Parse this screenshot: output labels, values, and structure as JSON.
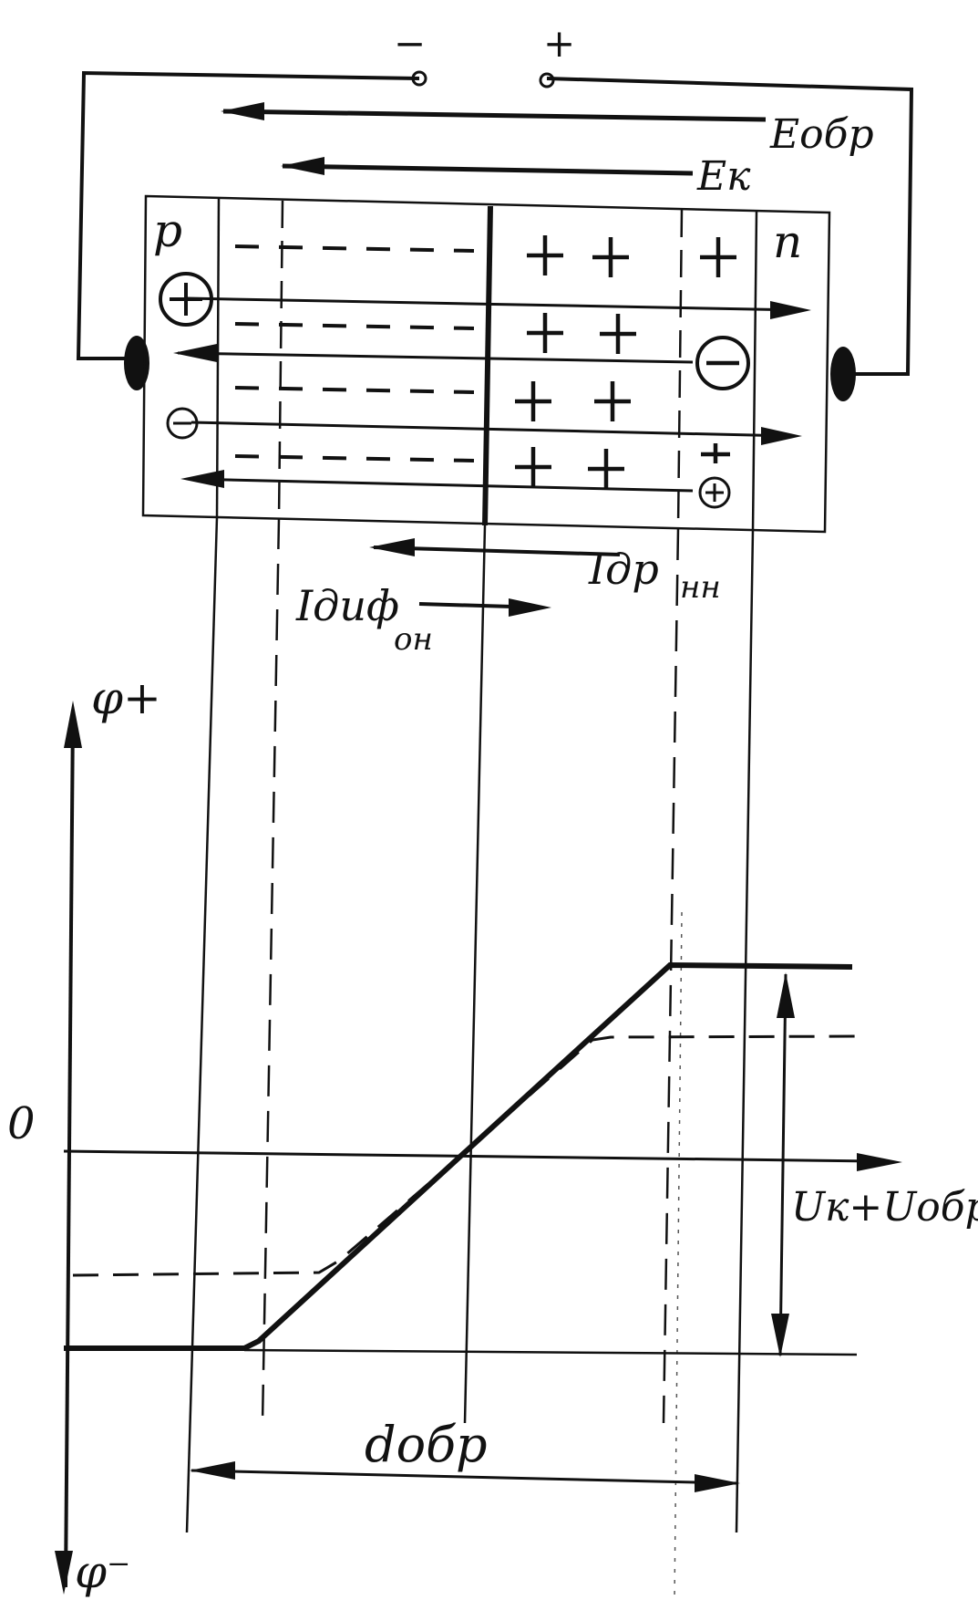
{
  "title": "",
  "terminals": {
    "negative": "−",
    "positive": "+"
  },
  "labels": {
    "e_obr": "Eобр",
    "e_k": "Eк",
    "p_region": "p",
    "n_region": "n",
    "i_dif": "Iдиф",
    "i_dif_sub": "он",
    "i_dr": "Iдр",
    "i_dr_sub": "нн",
    "phi_plus": "φ+",
    "phi_minus": "φ⁻",
    "zero": "0",
    "voltage": "Uк+Uобр",
    "width": "dобр"
  },
  "carriers": {
    "hole_p": "⊕",
    "electron_p": "⊖",
    "electron_n": "⊖",
    "hole_n": "⊕"
  },
  "colors": {
    "ink": "#111111",
    "background": "#ffffff"
  }
}
